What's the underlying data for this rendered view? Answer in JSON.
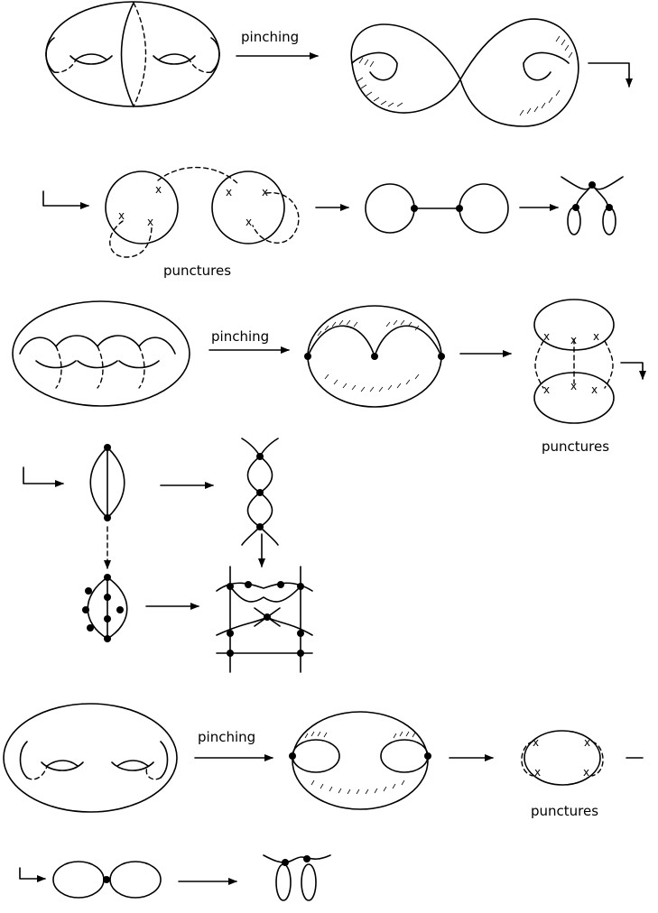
{
  "figure": {
    "labels": {
      "pinching_1": "pinching",
      "pinching_2": "pinching",
      "pinching_3": "pinching",
      "punctures_1": "punctures",
      "punctures_2": "punctures",
      "punctures_3": "punctures"
    },
    "puncture_mark": "x"
  }
}
